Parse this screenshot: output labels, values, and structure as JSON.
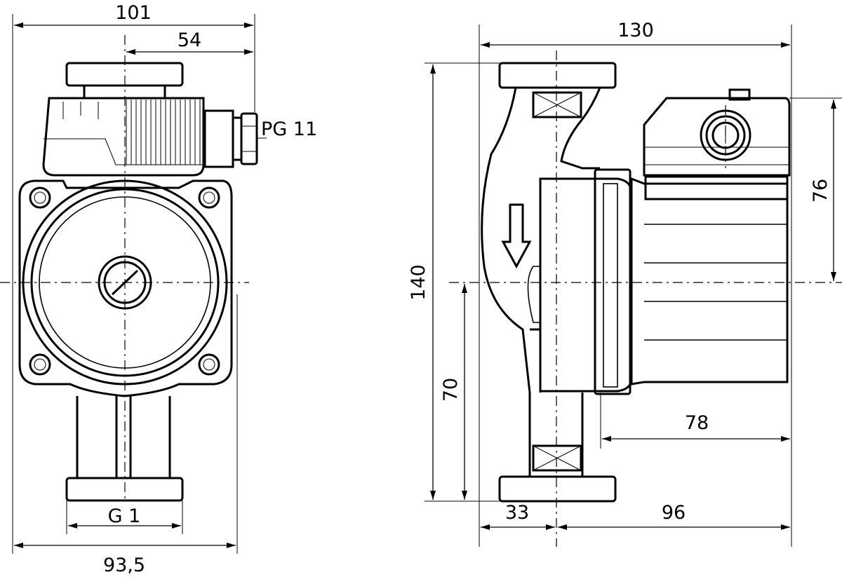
{
  "dimensions": {
    "front_total_width": "101",
    "front_half_width": "54",
    "cable_gland": "PG 11",
    "thread": "G 1",
    "front_body_width": "93,5",
    "side_total_width": "130",
    "side_total_height": "140",
    "side_motor_height": "76",
    "side_axis_height": "70",
    "side_motor_length": "78",
    "side_flange_offset": "33",
    "side_motor_span": "96"
  }
}
